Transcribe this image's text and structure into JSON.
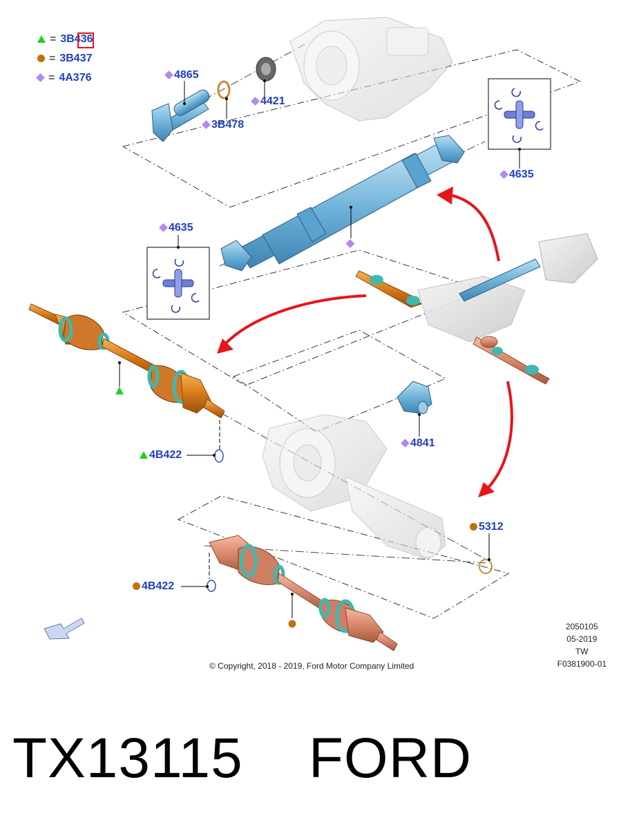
{
  "legend": [
    {
      "symbol": "triangle-green",
      "code": "3B436"
    },
    {
      "symbol": "circle-orange",
      "code": "3B437"
    },
    {
      "symbol": "diamond-purple",
      "code": "4A376"
    }
  ],
  "callouts": {
    "c4865": "4865",
    "c3b478": "3B478",
    "c4421": "4421",
    "c4635_top": "4635",
    "c4635_left": "4635",
    "c4841": "4841",
    "c4b422_green": "4B422",
    "c5312": "5312",
    "c4b422_orange": "4B422"
  },
  "colors": {
    "label_blue": "#1f3fbf",
    "triangle_green": "#22d11a",
    "circle_orange": "#c0700f",
    "diamond_purple": "#b089f0",
    "arrow_red": "#e8141a",
    "shaft_blue": "#6fb3d9",
    "shaft_orange": "#d97a1c",
    "shaft_copper": "#d9876a",
    "boot_teal": "#3fb8b0"
  },
  "meta": {
    "code": "2050105",
    "date": "05-2019",
    "region": "TW",
    "figure": "F0381900-01"
  },
  "copyright": "© Copyright, 2018 - 2019, Ford Motor Company Limited",
  "footer_title": "TX13115    FORD",
  "icons": [
    "triangle-icon",
    "circle-icon",
    "diamond-icon",
    "orientation-arrow-icon",
    "red-curved-arrow-icon"
  ]
}
